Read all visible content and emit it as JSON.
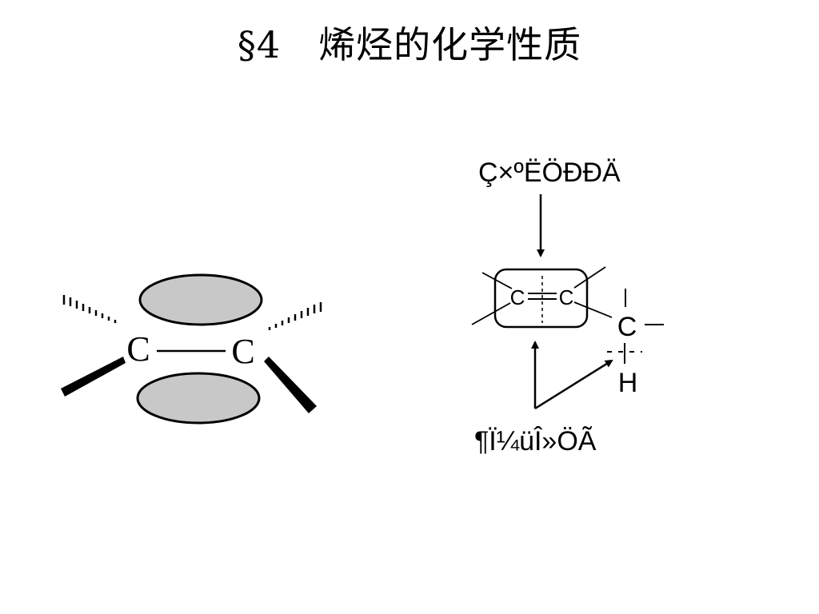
{
  "slide": {
    "title": "§4　烯烃的化学性质"
  },
  "ethylene_diagram": {
    "left_atom": "C",
    "right_atom": "C",
    "pi_orbital_color": "#c8c8c8"
  },
  "reactivity_diagram": {
    "top_label": "Ç×ºËÖÐÐÄ",
    "bottom_label": "¶Ï¼üÎ»ÖÃ",
    "double_bond_left": "C",
    "double_bond_right": "C",
    "alpha_carbon": "C",
    "alpha_hydrogen": "H"
  }
}
